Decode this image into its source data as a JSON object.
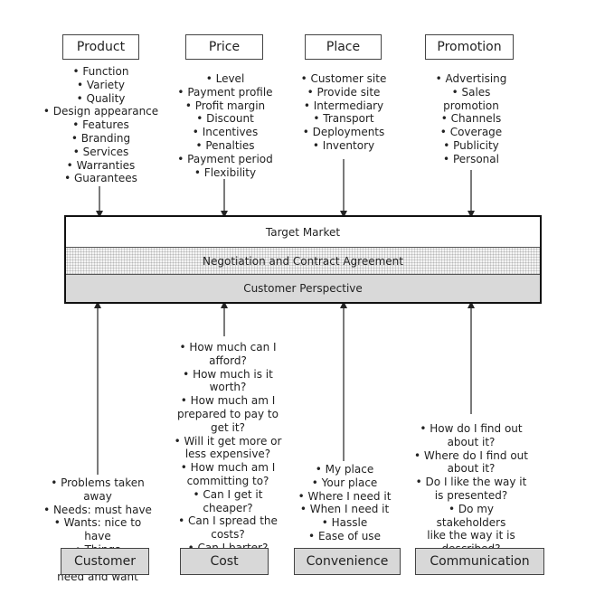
{
  "top_categories": [
    {
      "label": "Product",
      "items": [
        "• Function",
        "• Variety",
        "• Quality",
        "• Design appearance",
        "• Features",
        "• Branding",
        "• Services",
        "• Warranties",
        "• Guarantees"
      ]
    },
    {
      "label": "Price",
      "items": [
        "• Level",
        "• Payment profile",
        "• Profit margin",
        "• Discount",
        "• Incentives",
        "• Penalties",
        "• Payment period",
        "• Flexibility"
      ]
    },
    {
      "label": "Place",
      "items": [
        "• Customer site",
        "• Provide site",
        "• Intermediary",
        "• Transport",
        "• Deployments",
        "• Inventory"
      ]
    },
    {
      "label": "Promotion",
      "items": [
        "• Advertising",
        "• Sales\npromotion",
        "• Channels",
        "• Coverage",
        "• Publicity",
        "• Personal"
      ]
    }
  ],
  "center": {
    "band1": "Target Market",
    "band2": "Negotiation and Contract Agreement",
    "band3": "Customer Perspective"
  },
  "bottom_categories": [
    {
      "label": "Customer",
      "items": [
        "• Problems taken away",
        "• Needs: must have",
        "• Wants: nice to have",
        "• Things stakeholders\nneed and want"
      ]
    },
    {
      "label": "Cost",
      "items": [
        "• How much can I\nafford?",
        "• How much is it\nworth?",
        "• How much am I\nprepared to pay to\nget it?",
        "• Will it get more or\nless expensive?",
        "• How much am I\ncommitting to?",
        "• Can I get it cheaper?",
        "• Can I spread the\ncosts?",
        "• Can I barter?"
      ]
    },
    {
      "label": "Convenience",
      "items": [
        "• My place",
        "• Your place",
        "• Where I need it",
        "• When I need it",
        "• Hassle",
        "• Ease of use"
      ]
    },
    {
      "label": "Communication",
      "items": [
        "• How do I find out\nabout it?",
        "• Where do I find out\nabout it?",
        "• Do I like the way it\nis presented?",
        "• Do my stakeholders\nlike the way it is\ndescribed?"
      ]
    }
  ]
}
